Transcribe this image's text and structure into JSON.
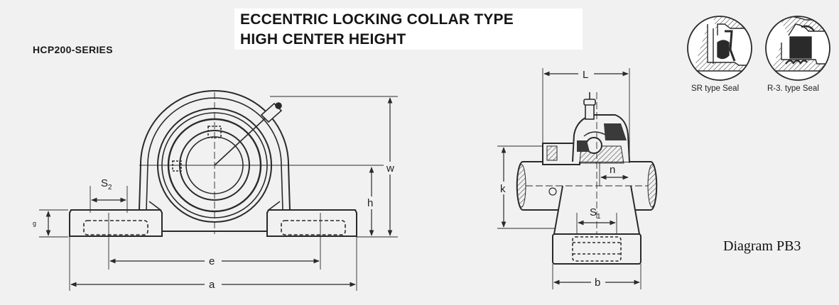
{
  "title": {
    "line1": "ECCENTRIC LOCKING COLLAR TYPE",
    "line2": "HIGH CENTER HEIGHT"
  },
  "series_label": "HCP200-SERIES",
  "diagram_ref": "Diagram PB3",
  "seals": {
    "sr_caption": "SR type Seal",
    "r3_caption": "R-3. type Seal"
  },
  "dimensions": {
    "s2": "S",
    "s2_sub": "2",
    "g": "g",
    "h": "h",
    "w": "w",
    "e": "e",
    "a": "a",
    "L": "L",
    "k": "k",
    "n": "n",
    "s1": "S",
    "s1_sub": "1",
    "b": "b"
  },
  "colors": {
    "ink": "#2a2a2a",
    "paper": "#f1f1f1",
    "dark_fill": "#3a3a3a",
    "mid_fill": "#9a9a9a"
  }
}
